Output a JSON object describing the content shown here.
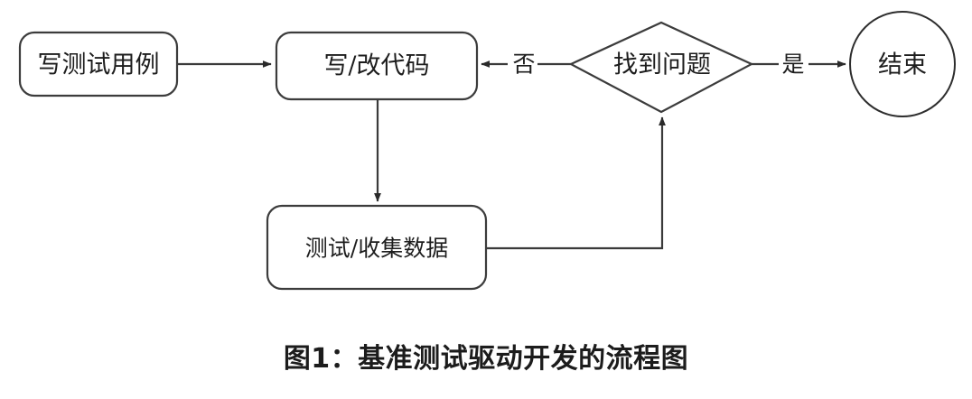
{
  "figure": {
    "caption": "图1：基准测试驱动开发的流程图",
    "background_color": "#ffffff",
    "stroke_color": "#3a3a3a",
    "text_color": "#1d1d1d"
  },
  "nodes": {
    "write_tests": {
      "label": "写测试用例",
      "shape": "rounded-rectangle"
    },
    "write_code": {
      "label": "写/改代码",
      "shape": "rounded-rectangle"
    },
    "decision": {
      "label": "找到问题",
      "shape": "diamond"
    },
    "end": {
      "label": "结束",
      "shape": "circle"
    },
    "collect_data": {
      "label": "测试/收集数据",
      "shape": "rounded-rectangle"
    }
  },
  "edges": {
    "tests_to_code": {
      "label": ""
    },
    "decision_to_code": {
      "label": "否"
    },
    "decision_to_end": {
      "label": "是"
    },
    "code_to_collect": {
      "label": ""
    },
    "collect_to_decision": {
      "label": ""
    }
  }
}
